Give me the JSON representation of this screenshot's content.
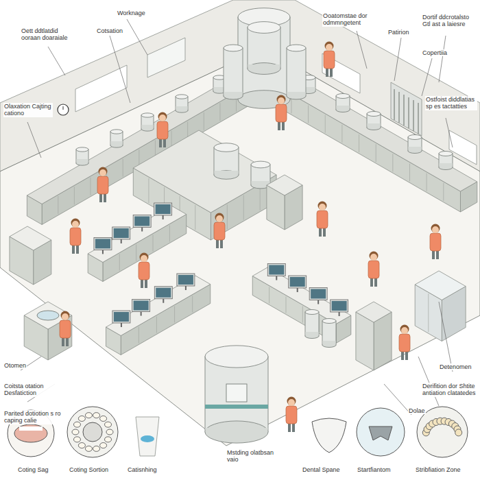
{
  "diagram": {
    "labels": [
      "Worknage",
      "Cotsation",
      "Oett ddtlatdid ooraan doaraiale",
      "Ooatomstae dor odmmngetent",
      "Patirion",
      "Dortif ddcrotalsto Gtl ast a laiesre",
      "Copertiia",
      "Ostfoist diddlatias sp es tactatties",
      "Olaxation Cajting cationo",
      "Otomen",
      "Coitsta otation Desfatiction",
      "Parited dotiotion s ro caping calie",
      "Detenomen",
      "Derifition dor Shtite antiation clatatedes",
      "Dolae",
      "Coting Sag",
      "Coting Sortion",
      "Catisnhing",
      "Mstding olatbsan vaio",
      "Dental Spane",
      "Startfiantom",
      "Stribfiation Zone"
    ]
  }
}
